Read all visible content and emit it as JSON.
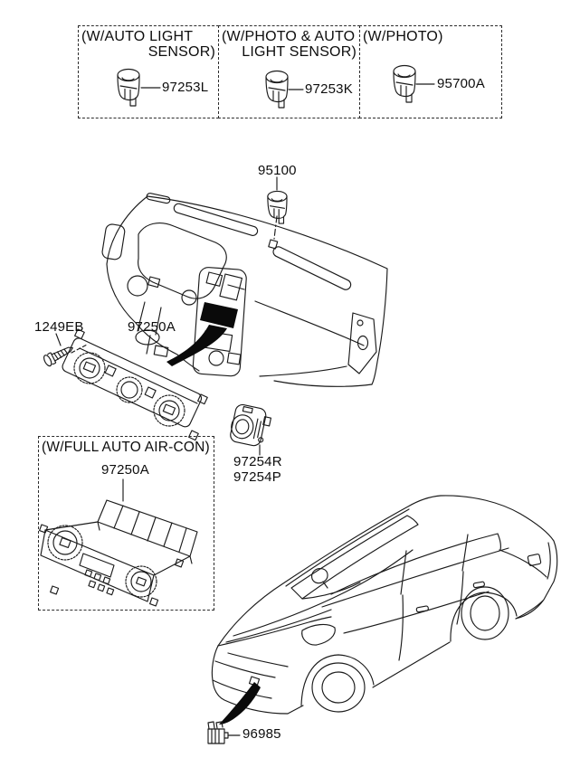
{
  "page": {
    "background_color": "#ffffff",
    "line_color": "#1b1b1b",
    "description_domain": "parts-diagram"
  },
  "top_variants": [
    {
      "caption_lines": [
        "(W/AUTO LIGHT",
        "SENSOR)"
      ],
      "part": "97253L"
    },
    {
      "caption_lines": [
        "(W/PHOTO & AUTO",
        "LIGHT SENSOR)"
      ],
      "part": "97253K"
    },
    {
      "caption_lines": [
        "(W/PHOTO)"
      ],
      "part": "95700A"
    }
  ],
  "labels": {
    "roof_sensor": "95100",
    "screw": "1249EB",
    "heater_control_main": "97250A",
    "switch_line1": "97254R",
    "switch_line2": "97254P",
    "full_auto_caption": "(W/FULL AUTO AIR-CON)",
    "heater_control_full_auto": "97250A",
    "ambient_sensor": "96985"
  },
  "icons": {
    "sensor_icon": "light-sensor-plug",
    "screw_icon": "mounting-screw",
    "connector_icon": "ambient-temp-sensor-connector",
    "dashboard_drawing": "instrument-panel-isometric",
    "vehicle_drawing": "sedan-front-three-quarter",
    "control_unit_manual": "heater-control-assembly",
    "control_unit_full_auto": "full-auto-climate-control-assembly",
    "switch_drawing": "heater-control-switch"
  }
}
